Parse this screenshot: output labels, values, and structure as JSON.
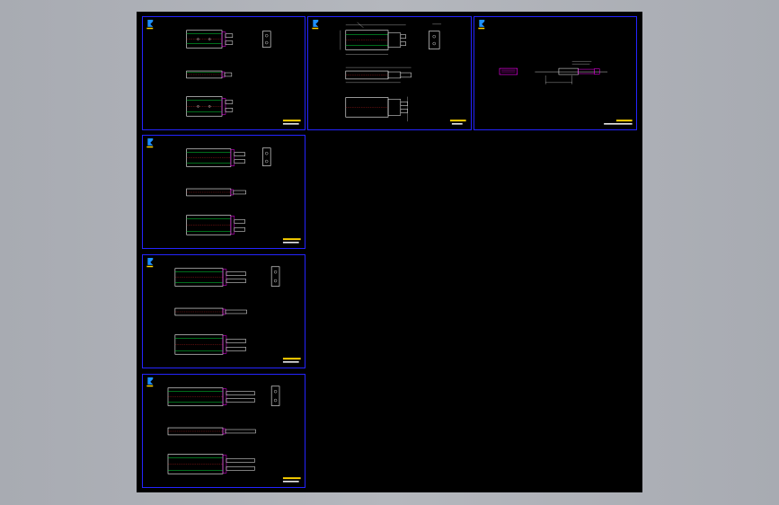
{
  "viewport": {
    "background": "#000000",
    "paper_bg": "#a9acb3"
  },
  "colors": {
    "frame": "#2424ff",
    "body": "#ffffff",
    "accent": "#00e03a",
    "dim": "#ff2a2a",
    "rod": "#ff00ff",
    "logo": "#1e90ff",
    "title": "#ffd400"
  },
  "sheets": [
    {
      "id": "s1",
      "logo_icon": "logo-icon",
      "title_line1": "",
      "title_line2": ""
    },
    {
      "id": "s2",
      "logo_icon": "logo-icon",
      "title_line1": "",
      "title_line2": ""
    },
    {
      "id": "s3",
      "logo_icon": "logo-icon",
      "title_line1": "",
      "title_line2": ""
    },
    {
      "id": "s4",
      "logo_icon": "logo-icon",
      "title_line1": "",
      "title_line2": ""
    },
    {
      "id": "s5",
      "logo_icon": "logo-icon",
      "title_line1": "",
      "title_line2": ""
    },
    {
      "id": "s6",
      "logo_icon": "logo-icon",
      "title_line1": "",
      "title_line2": ""
    }
  ]
}
